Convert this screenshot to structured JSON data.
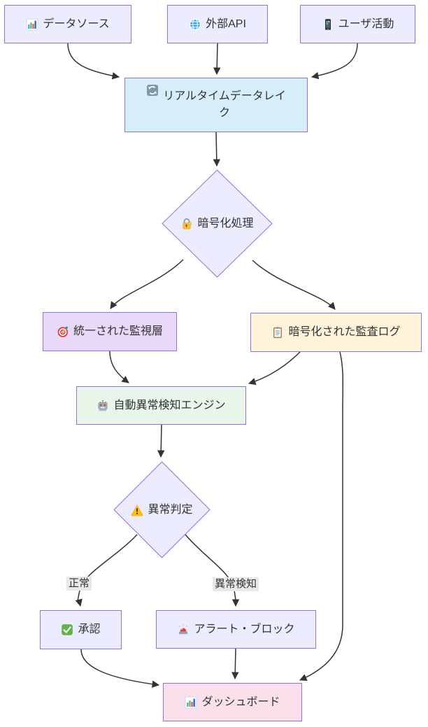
{
  "diagram": {
    "type": "flowchart",
    "direction": "top-down",
    "nodes": [
      {
        "id": "data_source",
        "label": "データソース",
        "shape": "rect",
        "icon": "bar-chart",
        "fill": "#ECECFF"
      },
      {
        "id": "external_api",
        "label": "外部API",
        "shape": "rect",
        "icon": "globe",
        "fill": "#ECECFF"
      },
      {
        "id": "user_activity",
        "label": "ユーザ活動",
        "shape": "rect",
        "icon": "mobile",
        "fill": "#ECECFF"
      },
      {
        "id": "data_lake",
        "label": "リアルタイムデータレイク",
        "shape": "rect",
        "icon": "refresh",
        "fill": "#D6EEFA"
      },
      {
        "id": "encryption",
        "label": "暗号化処理",
        "shape": "diamond",
        "icon": "lock-key",
        "fill": "#ECECFF"
      },
      {
        "id": "monitoring",
        "label": "統一された監視層",
        "shape": "rect",
        "icon": "target",
        "fill": "#E9D8F7"
      },
      {
        "id": "audit_log",
        "label": "暗号化された監査ログ",
        "shape": "rect",
        "icon": "clipboard",
        "fill": "#FFF3DC"
      },
      {
        "id": "engine",
        "label": "自動異常検知エンジン",
        "shape": "rect",
        "icon": "robot",
        "fill": "#E8F5E9"
      },
      {
        "id": "judgment",
        "label": "異常判定",
        "shape": "diamond",
        "icon": "warning",
        "fill": "#ECECFF"
      },
      {
        "id": "approval",
        "label": "承認",
        "shape": "rect",
        "icon": "check",
        "fill": "#ECECFF"
      },
      {
        "id": "alert_block",
        "label": "アラート・ブロック",
        "shape": "rect",
        "icon": "siren",
        "fill": "#ECECFF"
      },
      {
        "id": "dashboard",
        "label": "ダッシュボード",
        "shape": "rect",
        "icon": "bar-chart",
        "fill": "#F9E0EA"
      }
    ],
    "edges": [
      {
        "from": "data_source",
        "to": "data_lake"
      },
      {
        "from": "external_api",
        "to": "data_lake"
      },
      {
        "from": "user_activity",
        "to": "data_lake"
      },
      {
        "from": "data_lake",
        "to": "encryption"
      },
      {
        "from": "encryption",
        "to": "monitoring"
      },
      {
        "from": "encryption",
        "to": "audit_log"
      },
      {
        "from": "monitoring",
        "to": "engine"
      },
      {
        "from": "audit_log",
        "to": "engine"
      },
      {
        "from": "engine",
        "to": "judgment"
      },
      {
        "from": "judgment",
        "to": "approval",
        "label": "正常"
      },
      {
        "from": "judgment",
        "to": "alert_block",
        "label": "異常検知"
      },
      {
        "from": "approval",
        "to": "dashboard"
      },
      {
        "from": "alert_block",
        "to": "dashboard"
      },
      {
        "from": "audit_log",
        "to": "dashboard"
      }
    ],
    "colors": {
      "node_border": "#9370DB",
      "edge": "#333333",
      "text": "#333333",
      "edge_label_bg": "#E8E8E8",
      "default_node_fill": "#ECECFF",
      "data_lake_fill": "#D6EEFA",
      "monitoring_fill": "#E9D8F7",
      "audit_log_fill": "#FFF3DC",
      "engine_fill": "#E8F5E9",
      "dashboard_fill": "#F9E0EA"
    }
  }
}
